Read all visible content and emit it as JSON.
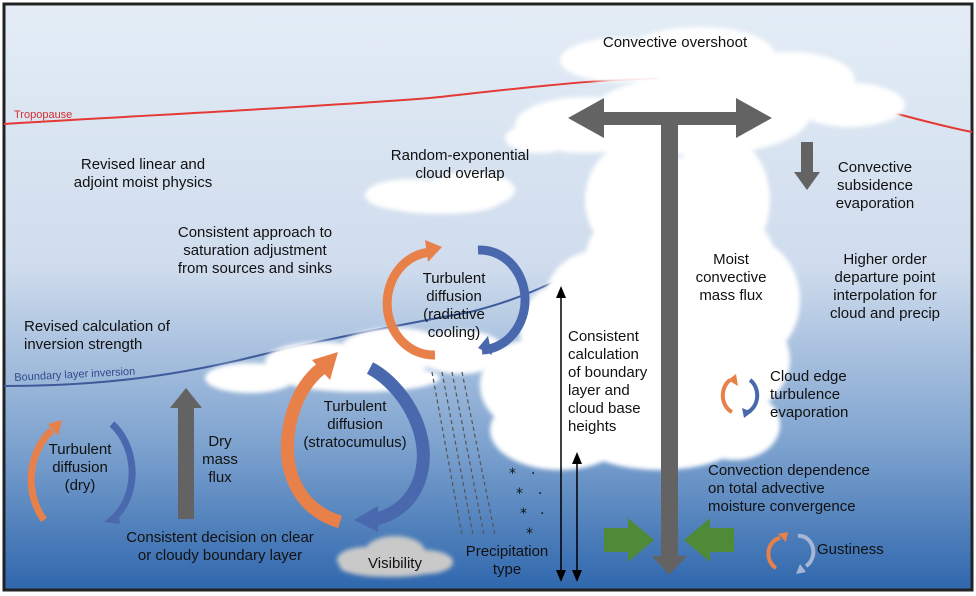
{
  "labels": {
    "tropopause": "Tropopause",
    "boundary_layer_inversion": "Boundary layer inversion",
    "convective_overshoot": "Convective overshoot",
    "revised_linear": "Revised linear and\nadjoint moist physics",
    "random_exponential": "Random-exponential\ncloud overlap",
    "convective_subsidence": "Convective\nsubsidence\nevaporation",
    "saturation_adjustment": "Consistent approach to\nsaturation adjustment\nfrom sources and sinks",
    "moist_mass_flux": "Moist\nconvective\nmass flux",
    "higher_order": "Higher order\ndeparture point\ninterpolation for\ncloud and precip",
    "turb_radiative": "Turbulent\ndiffusion\n(radiative\ncooling)",
    "revised_inversion": "Revised calculation of\ninversion strength",
    "consistent_bl_heights": "Consistent\ncalculation\nof boundary\nlayer and\ncloud base\nheights",
    "cloud_edge": "Cloud edge\nturbulence\nevaporation",
    "turb_dry": "Turbulent\ndiffusion\n(dry)",
    "dry_mass_flux": "Dry\nmass\nflux",
    "turb_stratocumulus": "Turbulent\ndiffusion\n(stratocumulus)",
    "convection_dependence": "Convection dependence\non total advective\nmoisture convergence",
    "clear_or_cloudy": "Consistent decision on clear\nor cloudy boundary layer",
    "visibility": "Visibility",
    "precipitation_type": "Precipitation\ntype",
    "gustiness": "Gustiness"
  },
  "colors": {
    "tropopause_line": "#e53935",
    "inversion_line": "#3e5a9a",
    "orange_arrow": "#e8804a",
    "blue_arrow": "#4a68ad",
    "gray_arrow": "#636363",
    "green_arrow": "#4e8a38",
    "sky_top": "#e4edf6",
    "sky_bottom": "#2f67ad"
  }
}
